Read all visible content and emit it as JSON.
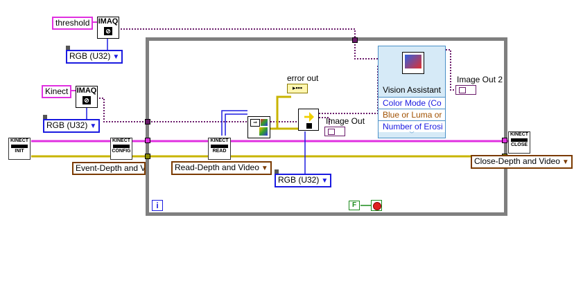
{
  "constants": {
    "threshold": "threshold",
    "kinect": "Kinect"
  },
  "rings": {
    "rgb_top": "RGB (U32)",
    "rgb_mid": "RGB (U32)",
    "rgb_loop": "RGB (U32)",
    "arrow": "▼"
  },
  "vis": {
    "imaq_label": "IMAQ",
    "kinect_init": [
      "KINECT",
      "INIT"
    ],
    "kinect_config": [
      "KINECT",
      "CONFIG"
    ],
    "kinect_read": [
      "KINECT",
      "READ"
    ],
    "kinect_close": [
      "KINECT",
      "CLOSE"
    ]
  },
  "enums": {
    "event": "Event-Depth and Vi",
    "read": "Read-Depth and Video",
    "close": "Close-Depth and Video"
  },
  "indicators": {
    "error_out": "error out",
    "image_out": "Image Out",
    "image_out_2": "Image Out 2"
  },
  "vision_assistant": {
    "title": "Vision Assistant",
    "props": [
      "Color Mode (Co",
      "Blue or Luma or",
      "Number of Erosi"
    ]
  },
  "loop": {
    "iteration": "i",
    "stop_const": "F"
  },
  "colors": {
    "image_wire": "#6a1a6a",
    "string_wire": "#e030e0",
    "error_wire": "#c8b400",
    "ring_border": "#1a1ae0",
    "loop_frame": "#7f7f7f"
  }
}
